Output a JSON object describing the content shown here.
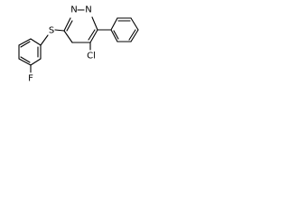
{
  "structure": {
    "atoms": {
      "sulfur": "S",
      "nitrogen_1": "N",
      "nitrogen_2": "N",
      "chlorine": "Cl",
      "fluorine": "F"
    },
    "colors": {
      "bond": "#000000",
      "label": "#000000",
      "background": "#ffffff"
    }
  }
}
